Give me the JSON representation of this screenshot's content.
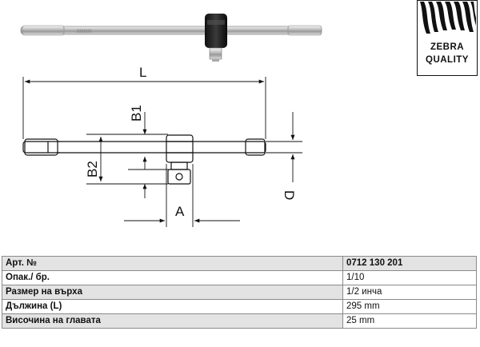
{
  "brand": {
    "line1": "ZEBRA",
    "line2": "QUALITY"
  },
  "drawing": {
    "label_L": "L",
    "label_B1": "B1",
    "label_B2": "B2",
    "label_A": "A",
    "label_D": "D"
  },
  "specs": {
    "rows": [
      {
        "label": "Арт. №",
        "value": "0712 130 201"
      },
      {
        "label": "Опак./ бр.",
        "value": "1/10"
      },
      {
        "label": "Размер на върха",
        "value": "1/2 инча"
      },
      {
        "label": "Дължина (L)",
        "value": "295 mm"
      },
      {
        "label": "Височина на главата",
        "value": "25 mm"
      }
    ]
  },
  "colors": {
    "header_bg": "#e3e3e3",
    "border": "#8a8a8a"
  }
}
